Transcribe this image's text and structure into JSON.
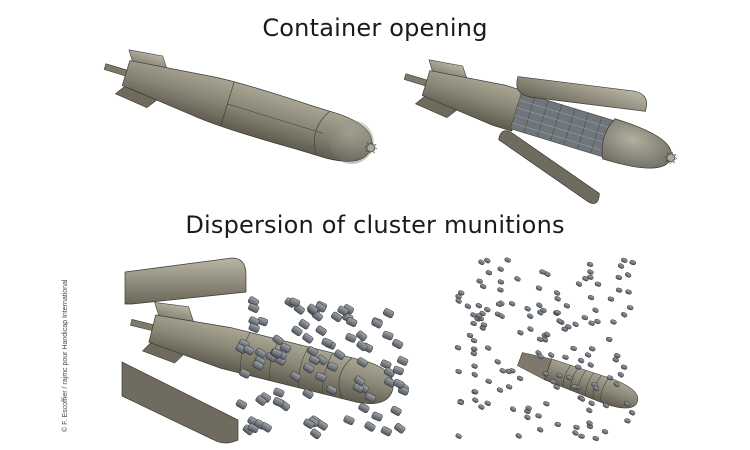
{
  "headings": {
    "top": "Container opening",
    "bottom": "Dispersion of cluster munitions"
  },
  "credit": "© F. Escoffier / rajmc pour Handicap International",
  "colors": {
    "body": "#8a8676",
    "body_dark": "#5c5a4e",
    "body_light": "#b5b2a3",
    "bomblet": "#7c8288",
    "outline": "#3a3a34"
  },
  "panels": [
    {
      "id": "closed",
      "description": "Intact bomb container"
    },
    {
      "id": "opening",
      "description": "Shell halves opening revealing bomblets"
    },
    {
      "id": "dispersing",
      "description": "Shell separated, bomblets releasing"
    },
    {
      "id": "dispersed",
      "description": "Bomblets scattered wide"
    }
  ]
}
